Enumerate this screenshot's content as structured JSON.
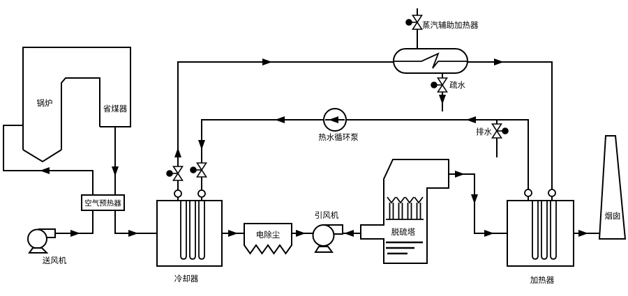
{
  "diagram": {
    "type": "process-flow-diagram",
    "background": "#ffffff",
    "line_color": "#000000",
    "components": {
      "boiler": "锅炉",
      "economizer": "省煤器",
      "air_preheater": "空气预热器",
      "forced_draft_fan": "送风机",
      "cooler": "冷却器",
      "electrostatic_precipitator": "电除尘",
      "induced_draft_fan": "引风机",
      "desulfurization_tower": "脱硫塔",
      "heater": "加热器",
      "chimney": "烟囱",
      "steam_auxiliary_heater": "蒸汽辅助加热器",
      "steam_trap_drain": "疏水",
      "hot_water_circulation_pump": "热水循环泵",
      "drain": "排水"
    }
  }
}
